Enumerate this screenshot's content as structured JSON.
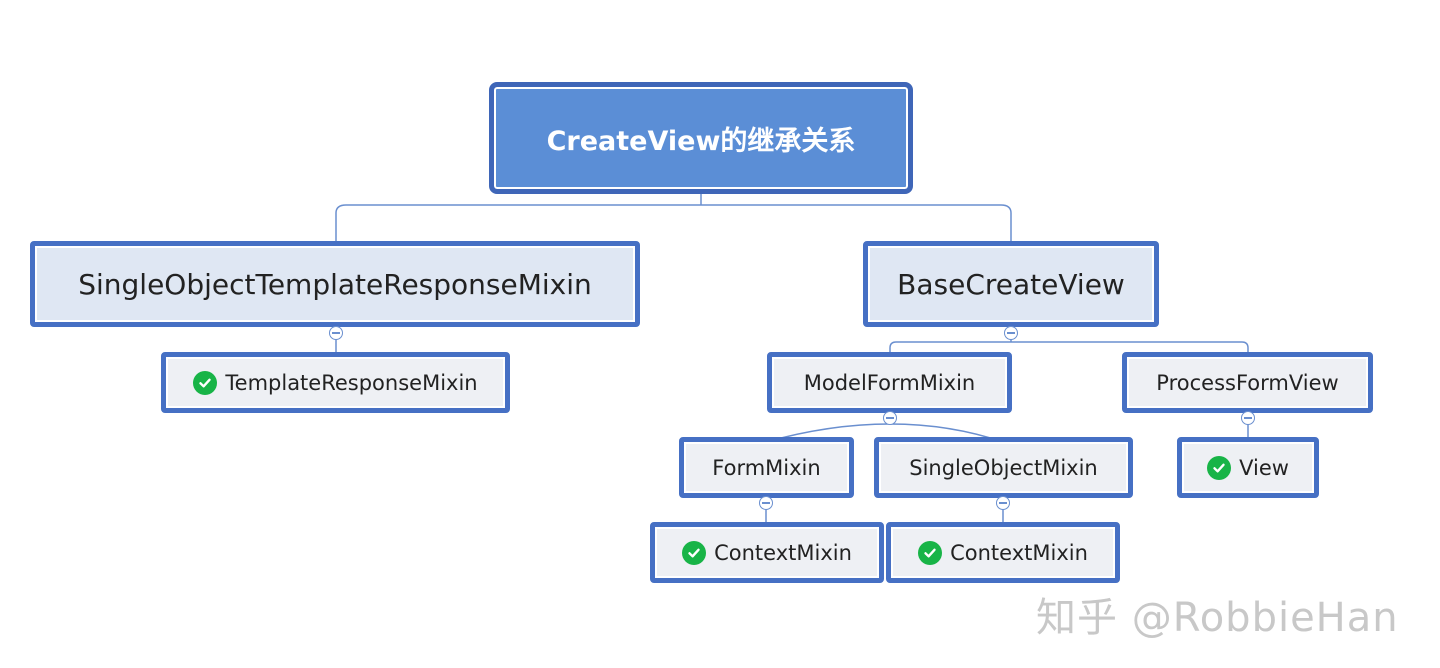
{
  "title": "CreateView的继承关系",
  "level1": {
    "left": "SingleObjectTemplateResponseMixin",
    "right": "BaseCreateView"
  },
  "level2": {
    "template_response_mixin": "TemplateResponseMixin",
    "model_form_mixin": "ModelFormMixin",
    "process_form_view": "ProcessFormView"
  },
  "level3": {
    "form_mixin": "FormMixin",
    "single_object_mixin": "SingleObjectMixin",
    "view": "View"
  },
  "level4": {
    "context_mixin_a": "ContextMixin",
    "context_mixin_b": "ContextMixin"
  },
  "watermark": "知乎 @RobbieHan",
  "icons": {
    "check": "check-circle-icon",
    "collapse": "collapse-toggle-icon"
  },
  "colors": {
    "root_fill": "#5b8ed6",
    "border": "#4670c4",
    "level1_fill": "#dfe7f3",
    "leaf_fill": "#eef0f4",
    "check": "#18b447",
    "connector": "#6a8fcf"
  }
}
